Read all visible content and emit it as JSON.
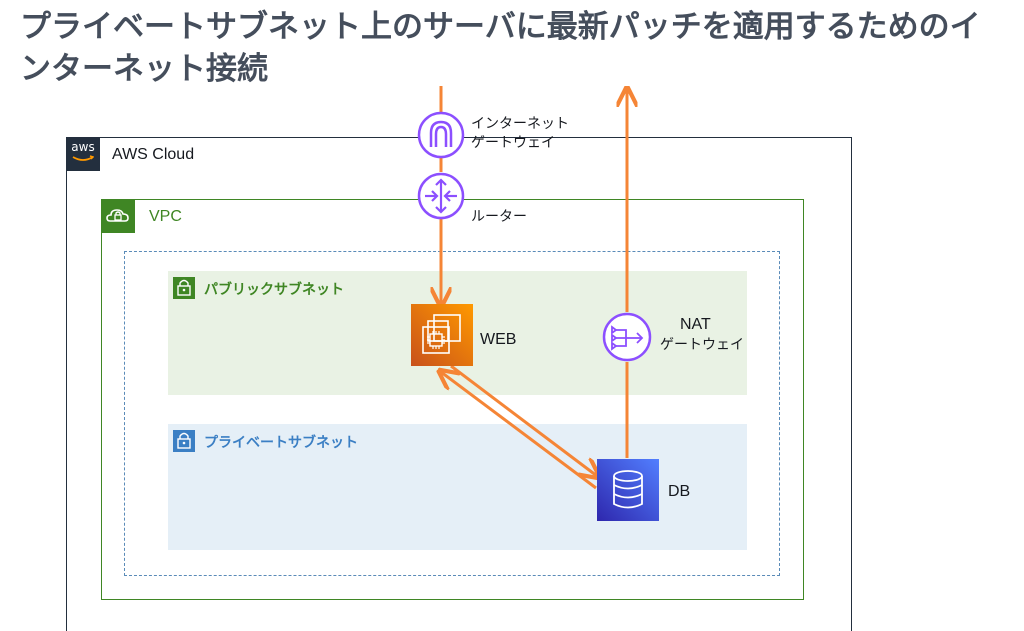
{
  "title": "プライベートサブネット上のサーバに最新パッチを適用するためのインターネット接続",
  "aws_cloud": {
    "logo_text": "aws",
    "label": "AWS Cloud"
  },
  "vpc": {
    "label": "VPC"
  },
  "public_subnet": {
    "label": "パブリックサブネット"
  },
  "private_subnet": {
    "label": "プライベートサブネット"
  },
  "internet_gateway": {
    "label_line1": "インターネット",
    "label_line2": "ゲートウェイ",
    "icon": "internet-gateway-icon"
  },
  "router": {
    "label": "ルーター",
    "icon": "router-icon"
  },
  "web": {
    "label": "WEB",
    "icon": "ec2-instance-icon"
  },
  "nat_gateway": {
    "label_line1": "NAT",
    "label_line2": "ゲートウェイ",
    "icon": "nat-gateway-icon"
  },
  "db": {
    "label": "DB",
    "icon": "database-icon"
  },
  "colors": {
    "arrow": "#f58536",
    "vpc": "#3f8624",
    "public_subnet_bg": "#e9f2e4",
    "private_subnet_bg": "#e5eff7",
    "aws_dark": "#232f3e",
    "gateway_purple": "#8c4fff",
    "ec2_orange": "#e7731a",
    "db_blue": "#3b48cc"
  }
}
